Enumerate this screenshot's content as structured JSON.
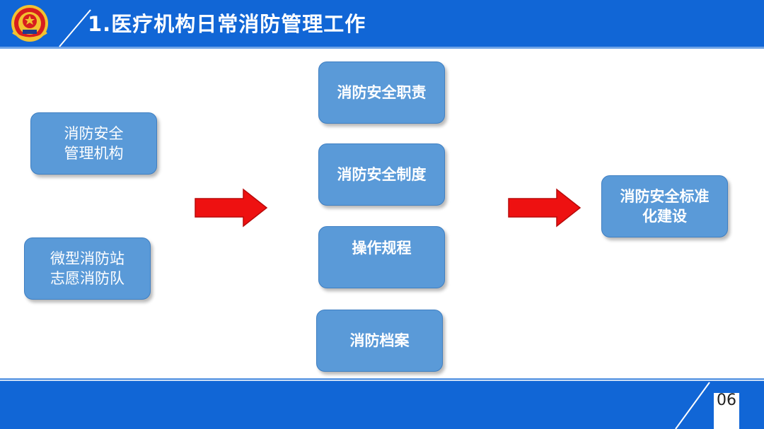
{
  "header": {
    "title": "1.医疗机构日常消防管理工作"
  },
  "nodes": {
    "org": "消防安全\n管理机构",
    "station": "微型消防站\n志愿消防队",
    "duty": "消防安全职责",
    "system": "消防安全制度",
    "procedure": "操作规程",
    "archive": "消防档案",
    "standard": "消防安全标准\n化建设"
  },
  "footer": {
    "page_number": "06"
  },
  "colors": {
    "header_blue": "#1166d6",
    "box_fill": "#5a9ad8",
    "arrow_red": "#ee1111"
  }
}
